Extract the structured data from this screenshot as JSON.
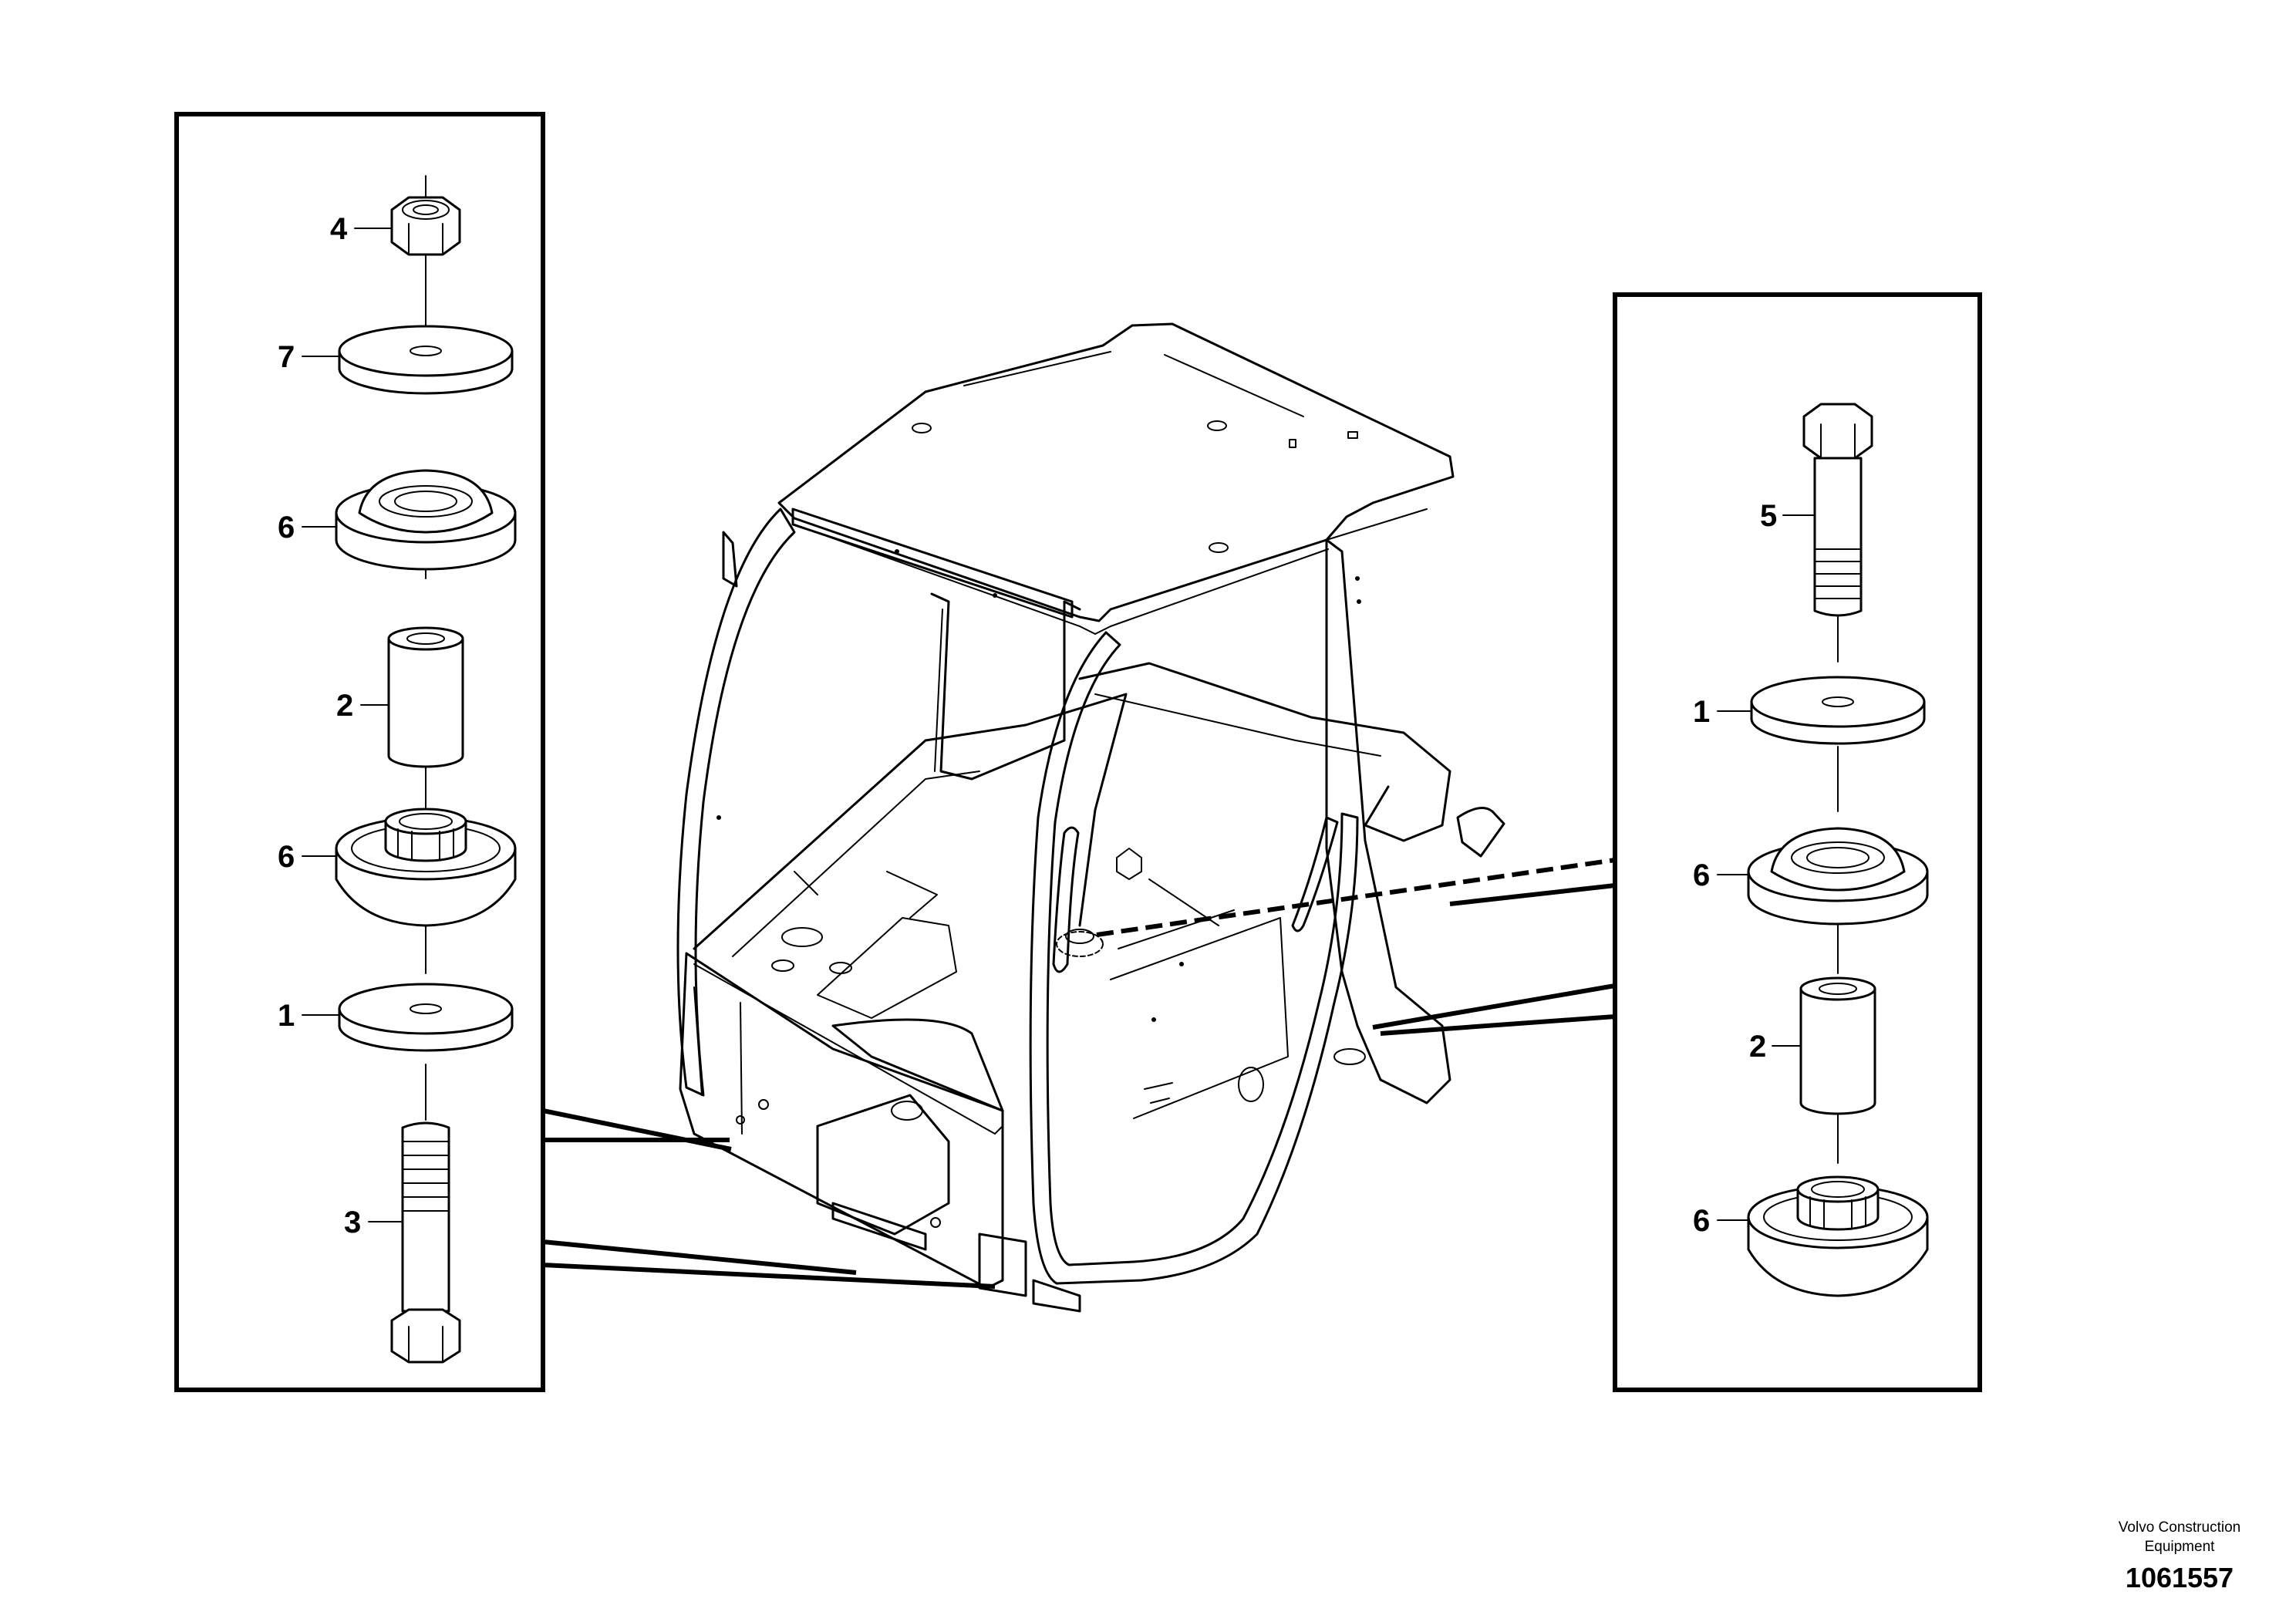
{
  "callouts": {
    "left": [
      "4",
      "7",
      "6",
      "2",
      "6",
      "1",
      "3"
    ],
    "right": [
      "5",
      "1",
      "6",
      "2",
      "6"
    ]
  },
  "footer": {
    "brand_line1": "Volvo Construction",
    "brand_line2": "Equipment",
    "part_number": "1061557"
  }
}
